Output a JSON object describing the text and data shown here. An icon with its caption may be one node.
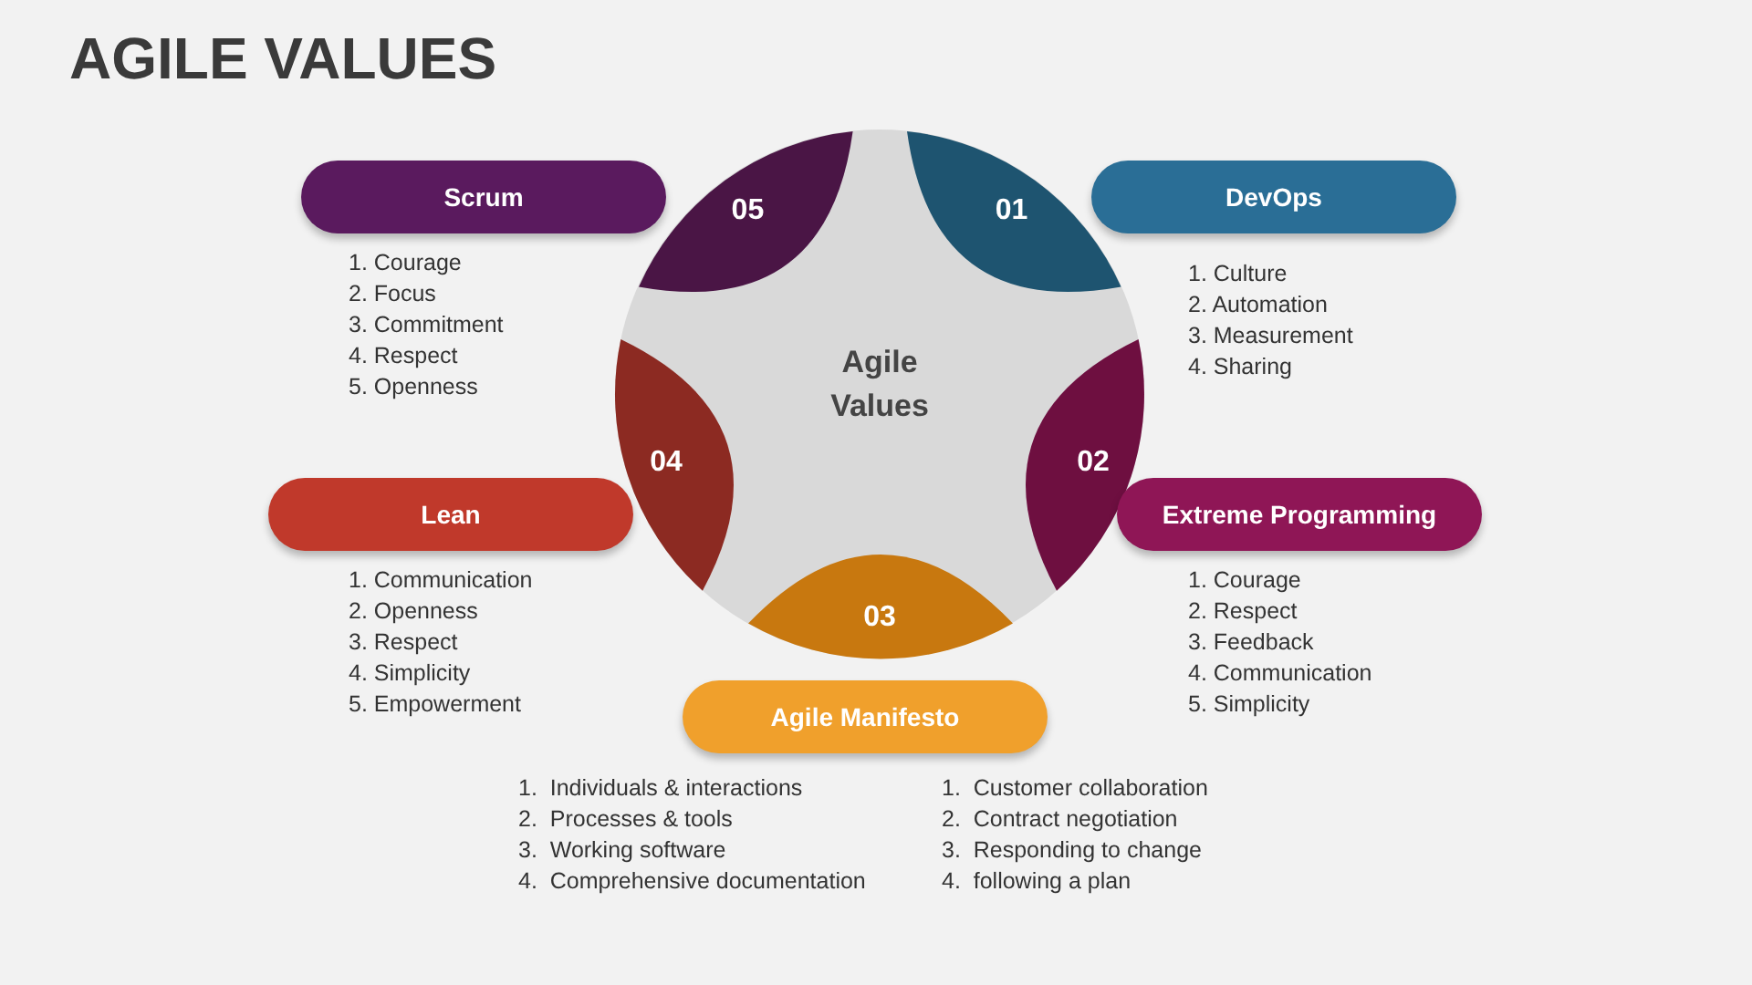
{
  "diagram": {
    "title": "AGILE VALUES",
    "nodes": [
      {
        "text": [
          "Agile Values"
        ]
      },
      {
        "text": [
          "01"
        ],
        "in": 0
      },
      {
        "text": [
          "02"
        ],
        "in": 0
      },
      {
        "text": [
          "03"
        ],
        "in": 0
      },
      {
        "text": [
          "04"
        ],
        "in": 0
      },
      {
        "text": [
          "05"
        ],
        "in": 0
      },
      {
        "text": [
          "DevOps"
        ],
        "beside": [
          "1. Culture",
          "2. Automation",
          "3. Measurement",
          "4. Sharing"
        ]
      },
      {
        "text": [
          "Extreme Programming"
        ],
        "beside": [
          "1. Courage",
          "2. Respect",
          "3. Feedback",
          "4. Communication",
          "5. Simplicity"
        ]
      },
      {
        "text": [
          "Agile Manifesto"
        ],
        "beside": [
          "1.  Individuals & interactions",
          "2.  Processes & tools",
          "3.  Working software",
          "4.  Comprehensive documentation",
          "1.  Customer collaboration",
          "2.  Contract negotiation",
          "3.  Responding to change",
          "4.  following a plan"
        ]
      },
      {
        "text": [
          "Lean"
        ],
        "beside": [
          "1. Communication",
          "2. Openness",
          "3. Respect",
          "4. Simplicity",
          "5. Empowerment"
        ]
      },
      {
        "text": [
          "Scrum"
        ],
        "beside": [
          "1. Courage",
          "2. Focus",
          "3. Commitment",
          "4. Respect",
          "5. Openness"
        ]
      }
    ],
    "edges": []
  }
}
